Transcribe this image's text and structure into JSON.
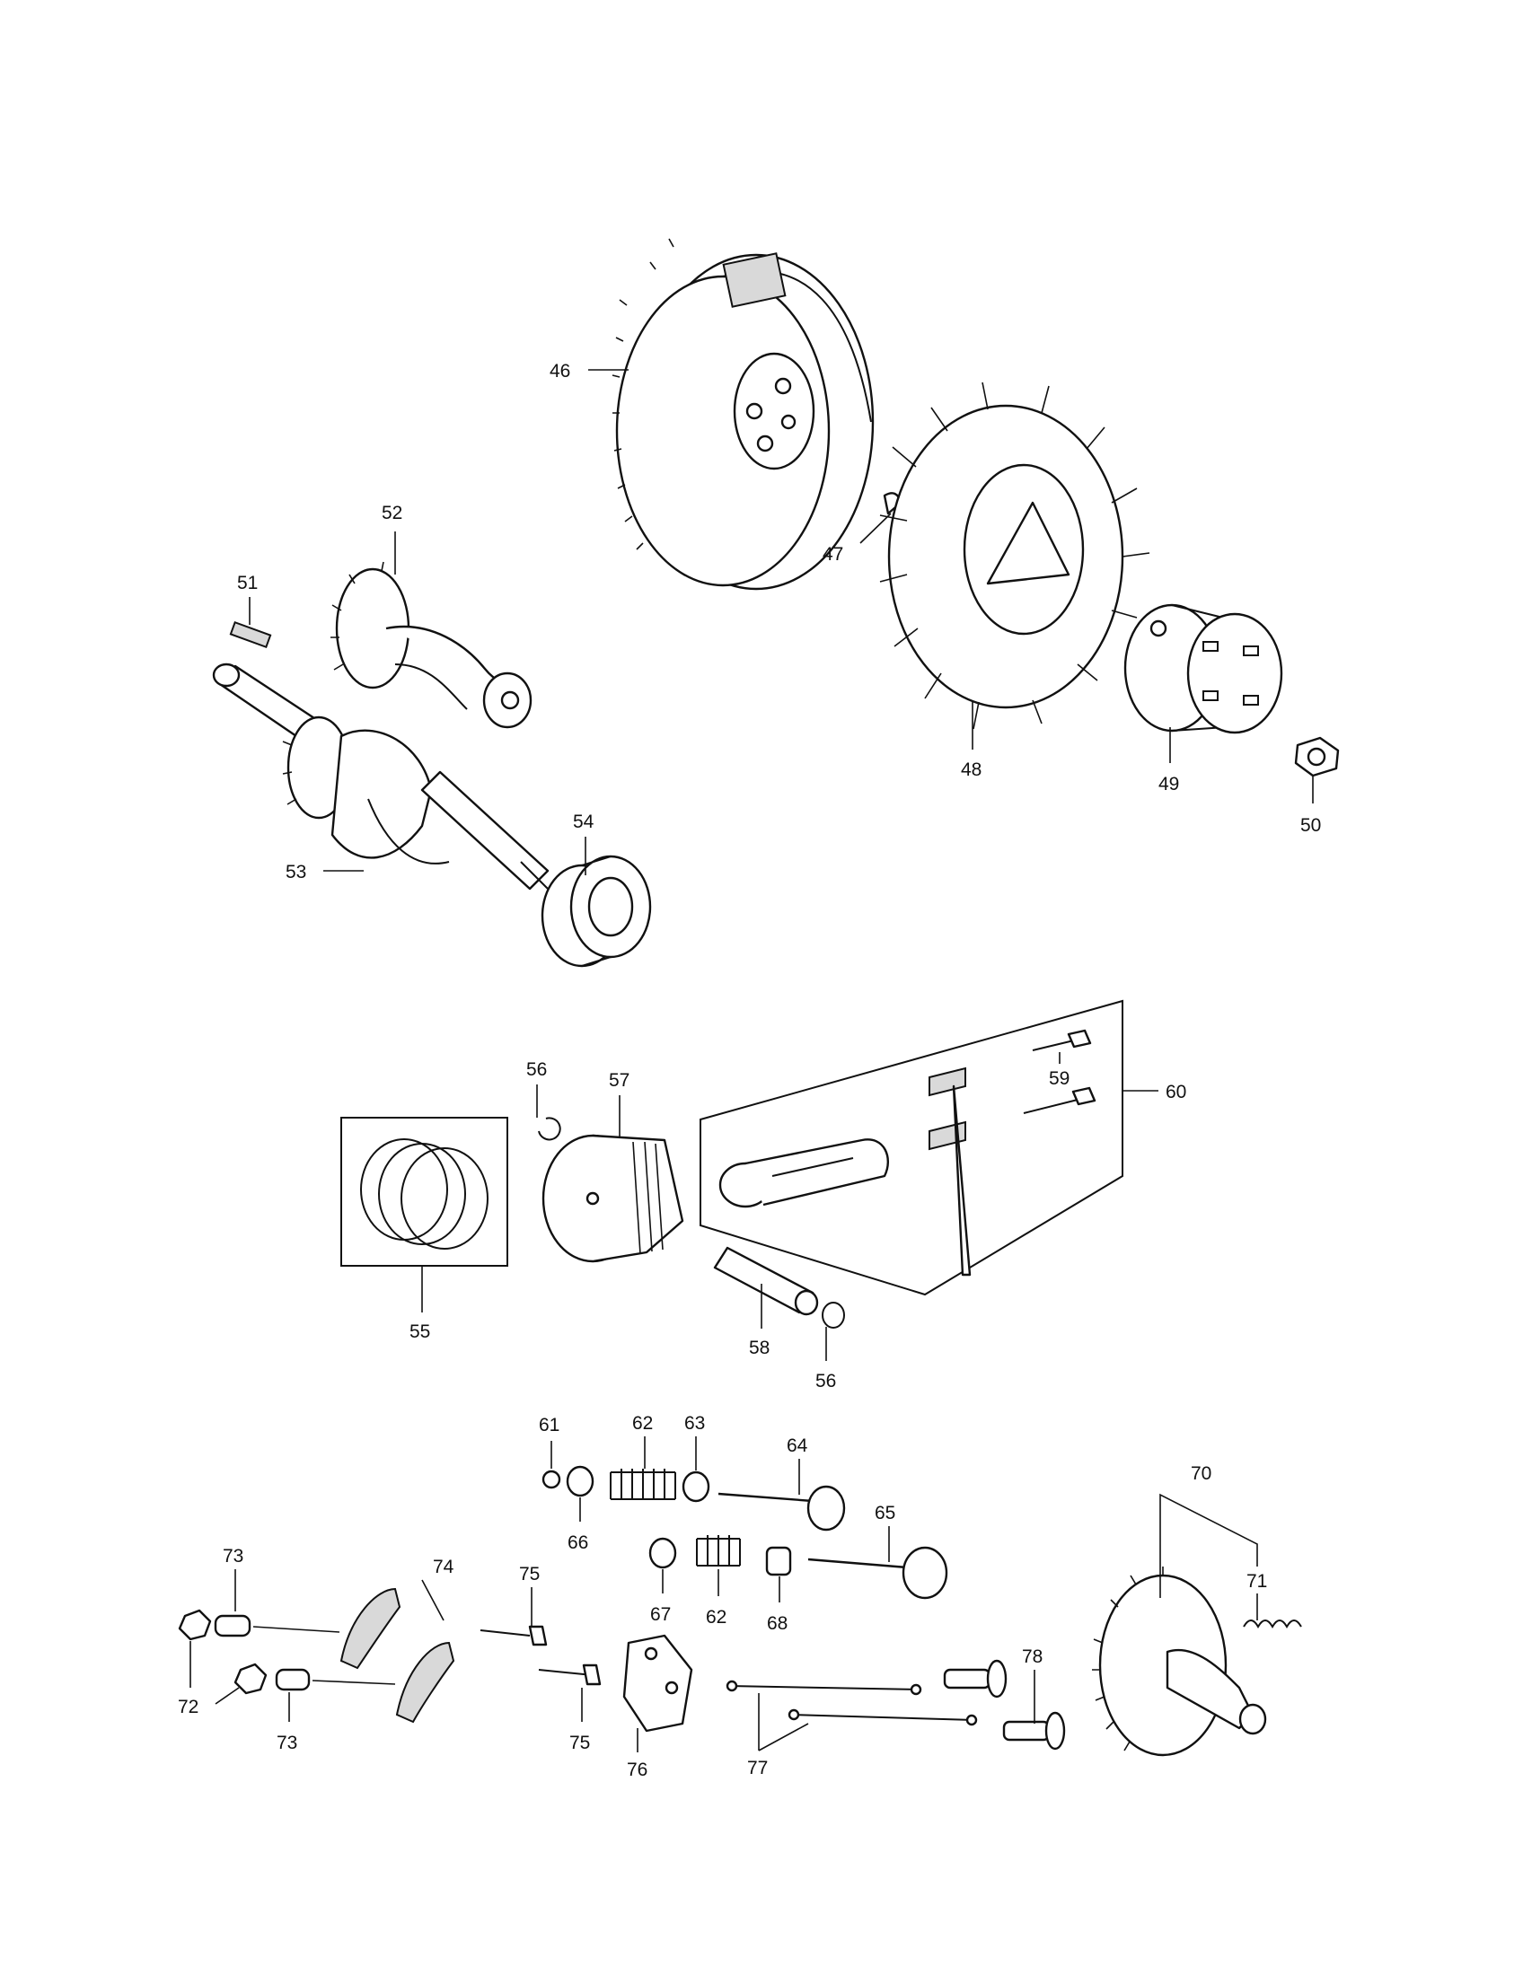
{
  "diagram": {
    "callouts": {
      "c46": "46",
      "c47": "47",
      "c48": "48",
      "c49": "49",
      "c50": "50",
      "c51": "51",
      "c52": "52",
      "c53": "53",
      "c54": "54",
      "c55": "55",
      "c56a": "56",
      "c56b": "56",
      "c57": "57",
      "c58": "58",
      "c59": "59",
      "c60": "60",
      "c61": "61",
      "c62a": "62",
      "c62b": "62",
      "c63": "63",
      "c64": "64",
      "c65": "65",
      "c66": "66",
      "c67": "67",
      "c68": "68",
      "c70": "70",
      "c71": "71",
      "c72": "72",
      "c73a": "73",
      "c73b": "73",
      "c74": "74",
      "c75a": "75",
      "c75b": "75",
      "c76": "76",
      "c77": "77",
      "c78": "78"
    }
  }
}
